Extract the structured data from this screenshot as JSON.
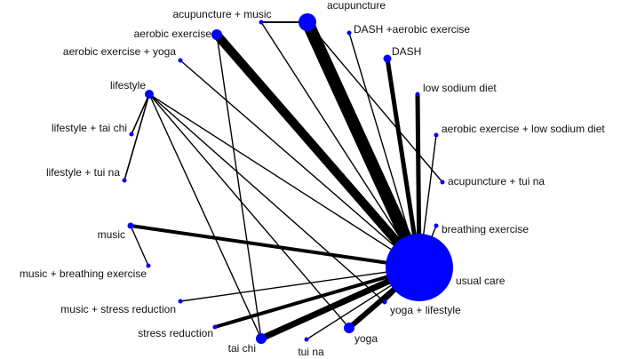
{
  "diagram": {
    "type": "network-meta-analysis-graph",
    "colors": {
      "node": "#0000ff",
      "edge": "#000000",
      "label": "#111111",
      "background": "#ffffff"
    },
    "nodes": [
      {
        "id": "acupuncture",
        "label": "acupuncture"
      },
      {
        "id": "acupuncture_music",
        "label": "acupuncture + music"
      },
      {
        "id": "dash_aerobic",
        "label": "DASH +aerobic exercise"
      },
      {
        "id": "aerobic",
        "label": "aerobic exercise"
      },
      {
        "id": "dash",
        "label": "DASH"
      },
      {
        "id": "aerobic_yoga",
        "label": "aerobic exercise + yoga"
      },
      {
        "id": "lifestyle",
        "label": "lifestyle"
      },
      {
        "id": "low_sodium",
        "label": "low sodium diet"
      },
      {
        "id": "lifestyle_taichi",
        "label": "lifestyle + tai chi"
      },
      {
        "id": "aerobic_lowsodium",
        "label": "aerobic exercise + low sodium diet"
      },
      {
        "id": "lifestyle_tuina",
        "label": "lifestyle + tui na"
      },
      {
        "id": "acupuncture_tuina",
        "label": "acupuncture + tui na"
      },
      {
        "id": "breathing",
        "label": "breathing exercise"
      },
      {
        "id": "music",
        "label": "music"
      },
      {
        "id": "music_breathing",
        "label": "music + breathing exercise"
      },
      {
        "id": "usual_care",
        "label": "usual care"
      },
      {
        "id": "music_stress",
        "label": "music + stress reduction"
      },
      {
        "id": "yoga_lifestyle",
        "label": "yoga + lifestyle"
      },
      {
        "id": "stress_reduction",
        "label": "stress reduction"
      },
      {
        "id": "yoga",
        "label": "yoga"
      },
      {
        "id": "tai_chi",
        "label": "tai chi"
      },
      {
        "id": "tui_na",
        "label": "tui na"
      }
    ],
    "edges": [
      {
        "from": "acupuncture",
        "to": "usual_care",
        "weight": 14
      },
      {
        "from": "acupuncture",
        "to": "acupuncture_music",
        "weight": 2
      },
      {
        "from": "acupuncture_music",
        "to": "usual_care",
        "weight": 1.4
      },
      {
        "from": "aerobic",
        "to": "usual_care",
        "weight": 10
      },
      {
        "from": "aerobic",
        "to": "tai_chi",
        "weight": 1.4
      },
      {
        "from": "aerobic_yoga",
        "to": "usual_care",
        "weight": 1.4
      },
      {
        "from": "dash_aerobic",
        "to": "usual_care",
        "weight": 1.4
      },
      {
        "from": "dash",
        "to": "usual_care",
        "weight": 5
      },
      {
        "from": "low_sodium",
        "to": "usual_care",
        "weight": 5
      },
      {
        "from": "aerobic_lowsodium",
        "to": "usual_care",
        "weight": 1.4
      },
      {
        "from": "acupuncture_tuina",
        "to": "acupuncture",
        "weight": 1.4
      },
      {
        "from": "breathing",
        "to": "usual_care",
        "weight": 1.4
      },
      {
        "from": "lifestyle",
        "to": "lifestyle_taichi",
        "weight": 1.6
      },
      {
        "from": "lifestyle",
        "to": "lifestyle_tuina",
        "weight": 1.6
      },
      {
        "from": "lifestyle",
        "to": "usual_care",
        "weight": 1.4
      },
      {
        "from": "lifestyle",
        "to": "yoga_lifestyle",
        "weight": 1.4
      },
      {
        "from": "lifestyle",
        "to": "tai_chi",
        "weight": 1.4
      },
      {
        "from": "lifestyle",
        "to": "yoga",
        "weight": 1.4
      },
      {
        "from": "music",
        "to": "usual_care",
        "weight": 4
      },
      {
        "from": "music",
        "to": "music_breathing",
        "weight": 1.4
      },
      {
        "from": "music_stress",
        "to": "usual_care",
        "weight": 1.4
      },
      {
        "from": "stress_reduction",
        "to": "usual_care",
        "weight": 4
      },
      {
        "from": "tai_chi",
        "to": "usual_care",
        "weight": 7
      },
      {
        "from": "yoga",
        "to": "usual_care",
        "weight": 6
      },
      {
        "from": "tui_na",
        "to": "usual_care",
        "weight": 1.4
      },
      {
        "from": "yoga_lifestyle",
        "to": "usual_care",
        "weight": 1.4
      }
    ]
  }
}
